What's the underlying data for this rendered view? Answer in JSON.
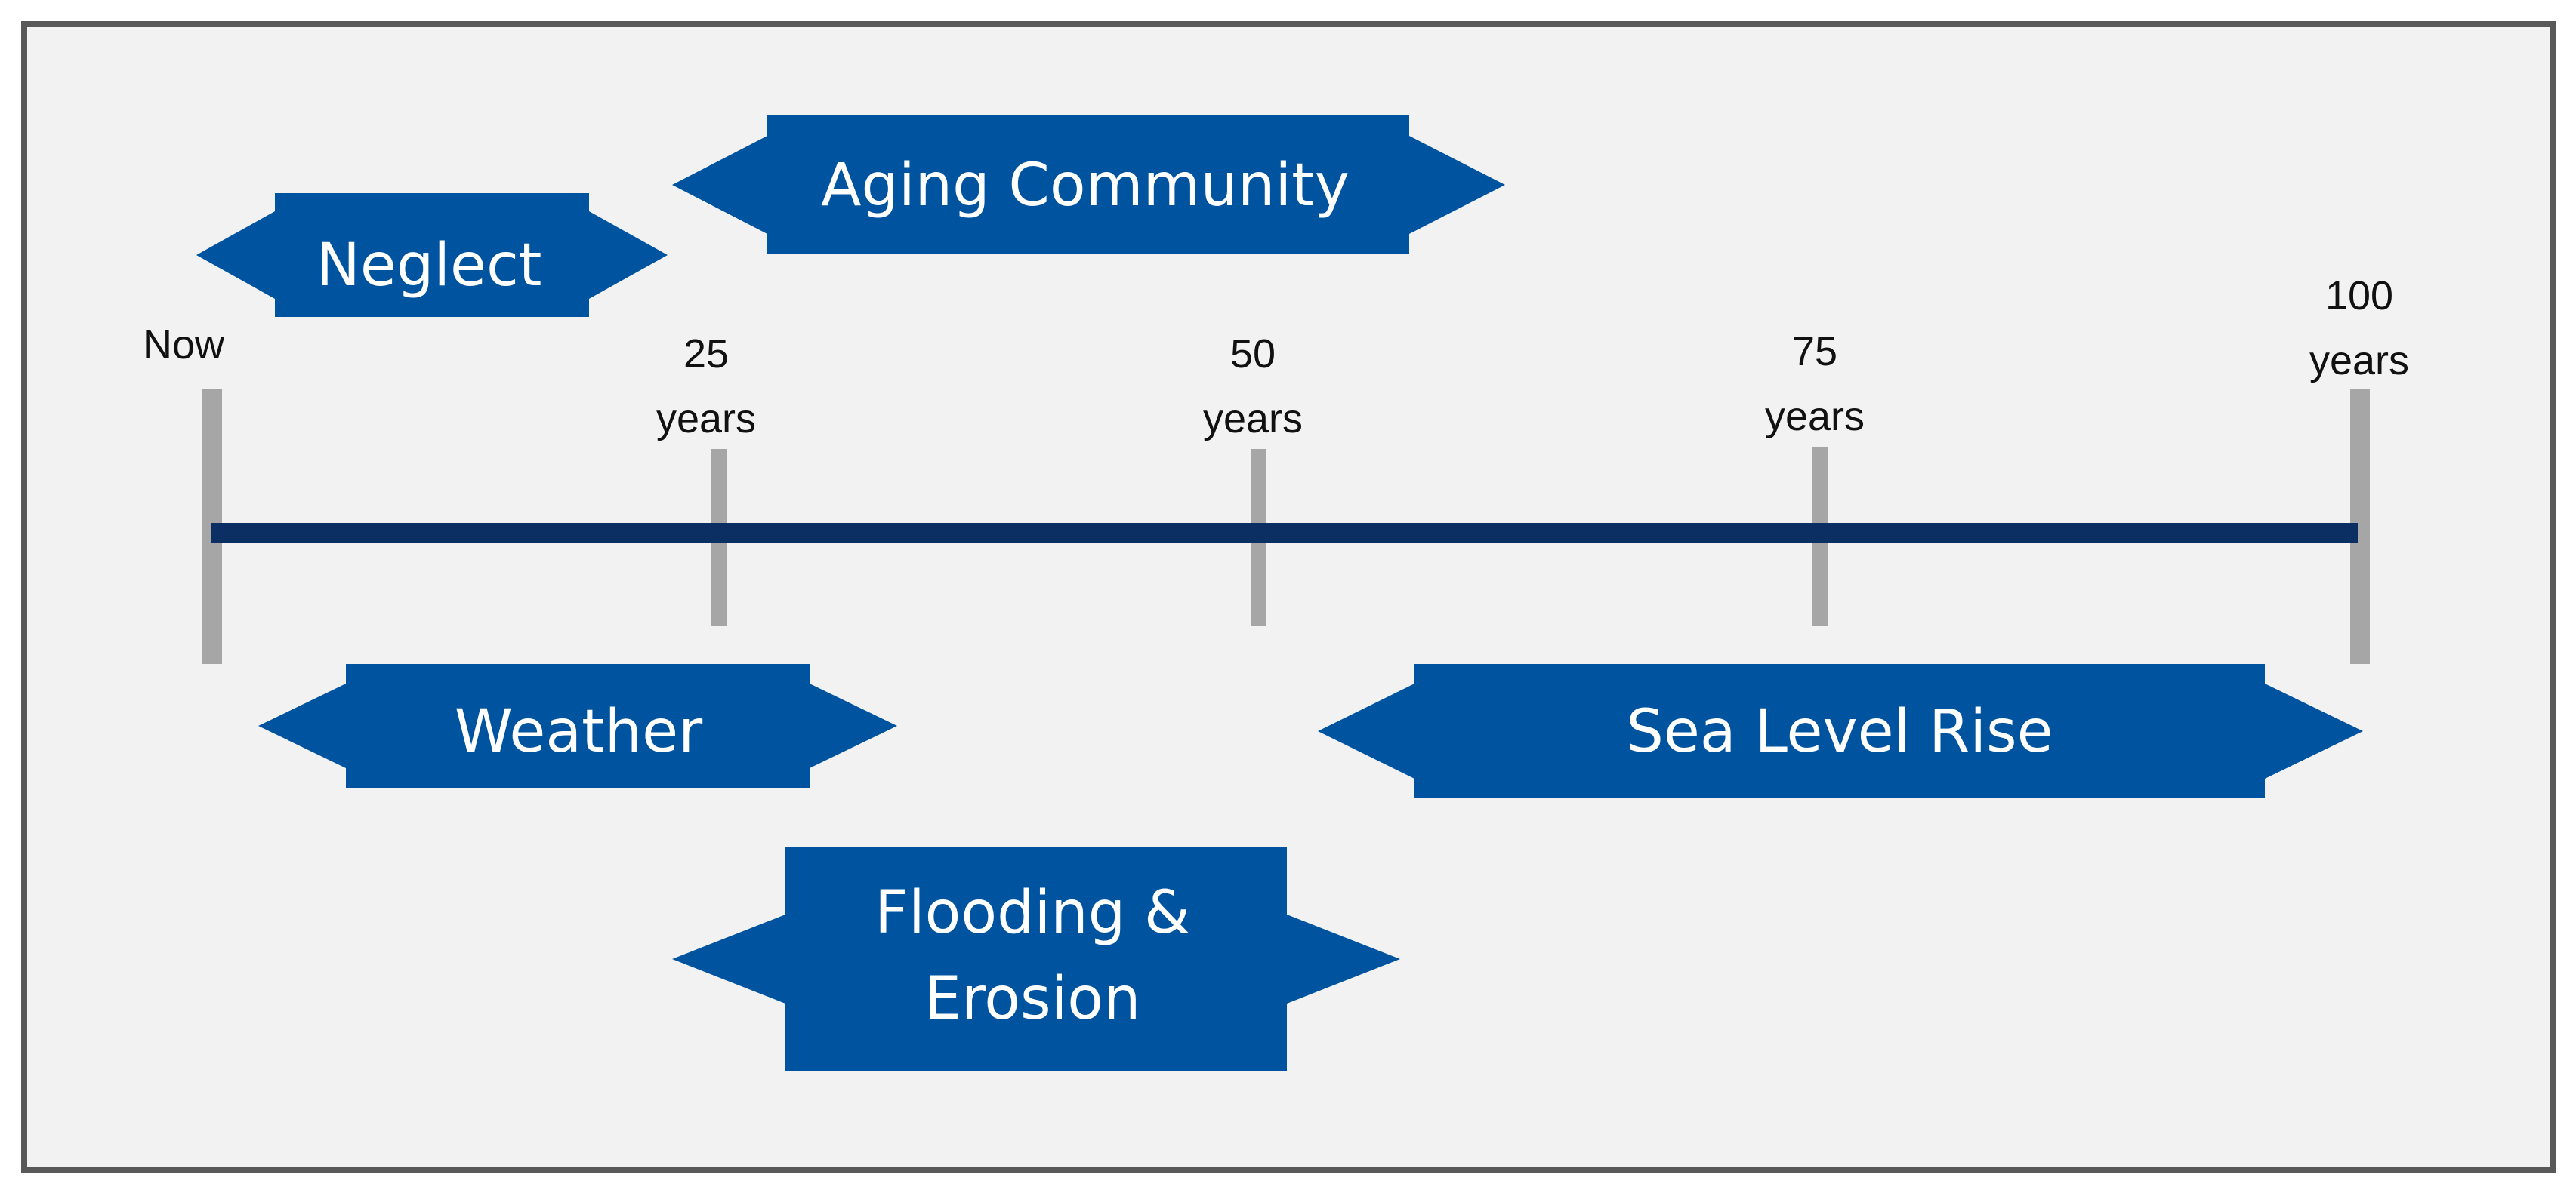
{
  "colors": {
    "frame_border": "#595959",
    "frame_fill": "#f2f2f3",
    "timeline": "#0b2f63",
    "tick": "#a6a6a6",
    "box": "#00539f",
    "box_text": "#ffffff",
    "label_text": "#111111"
  },
  "ticks": [
    {
      "id": "now",
      "lines": [
        "Now"
      ]
    },
    {
      "id": "t25",
      "lines": [
        "25",
        "years"
      ]
    },
    {
      "id": "t50",
      "lines": [
        "50",
        "years"
      ]
    },
    {
      "id": "t75",
      "lines": [
        "75",
        "years"
      ]
    },
    {
      "id": "t100",
      "lines": [
        "100",
        "years"
      ]
    }
  ],
  "factors": [
    {
      "id": "neglect",
      "lines": [
        "Neglect"
      ]
    },
    {
      "id": "aging-community",
      "lines": [
        "Aging Community"
      ]
    },
    {
      "id": "weather",
      "lines": [
        "Weather"
      ]
    },
    {
      "id": "sea-level-rise",
      "lines": [
        "Sea Level Rise"
      ]
    },
    {
      "id": "flooding-erosion",
      "lines": [
        "Flooding &",
        "Erosion"
      ]
    }
  ]
}
